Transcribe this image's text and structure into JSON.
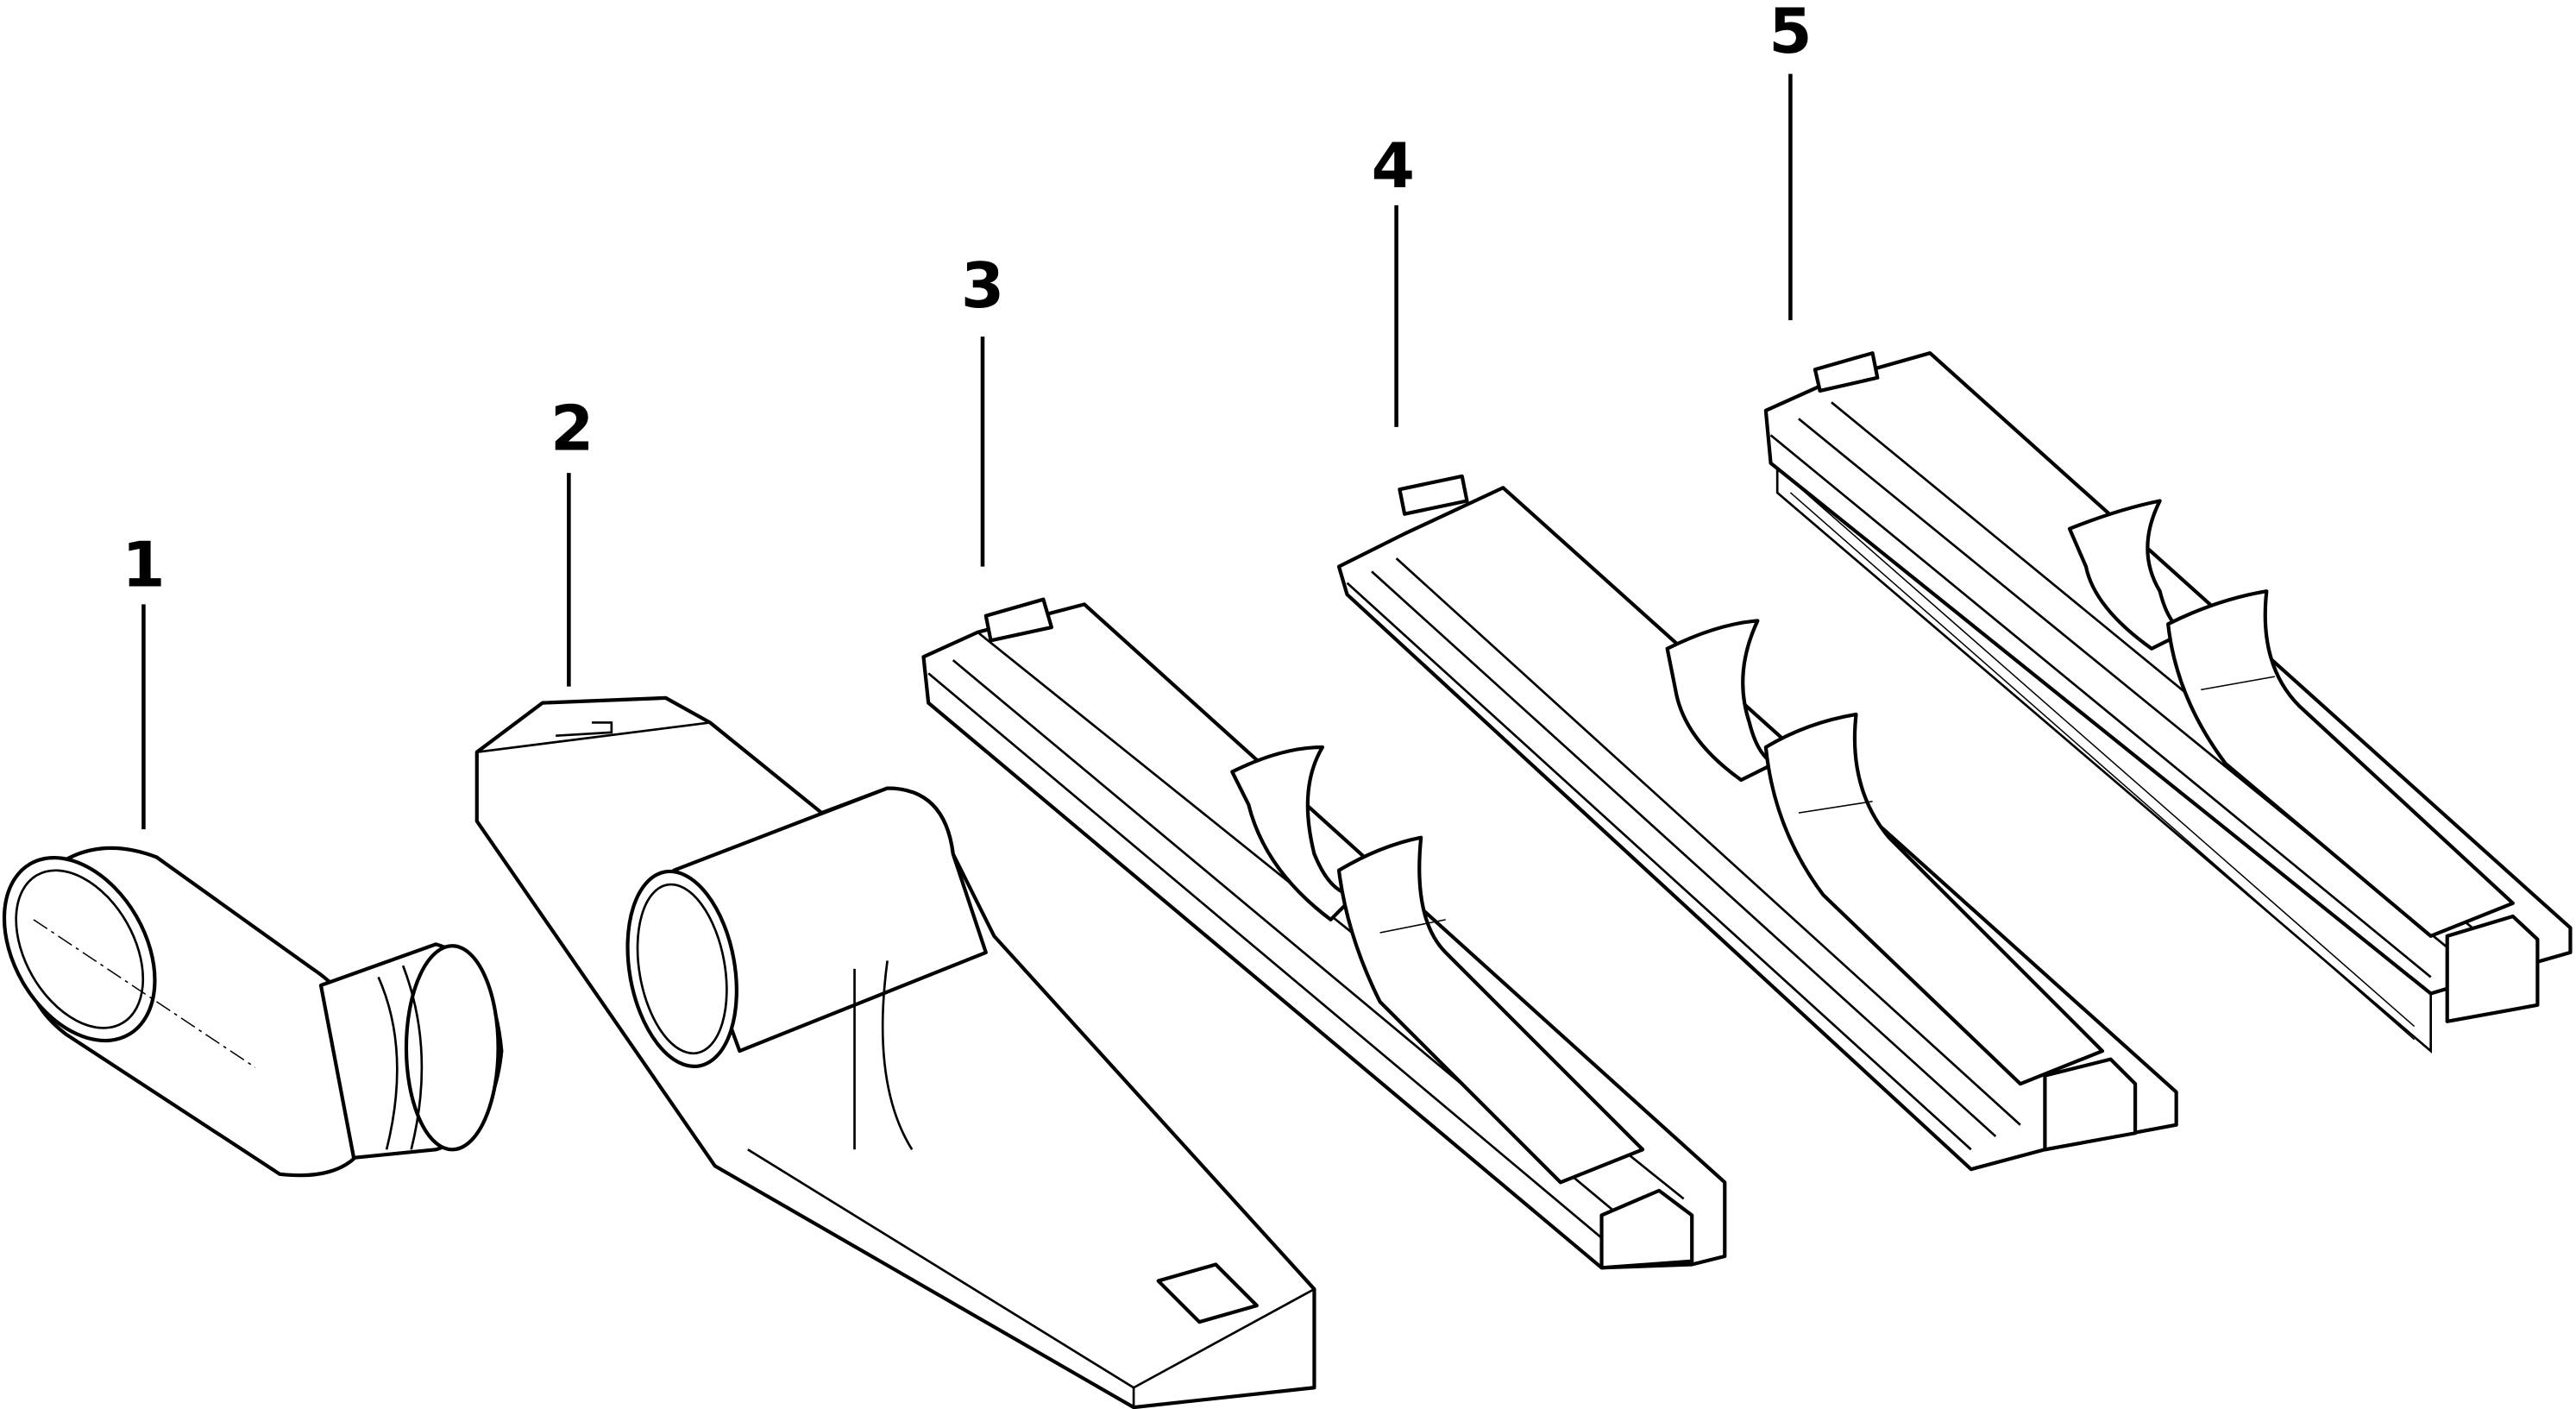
{
  "diagram": {
    "type": "exploded-parts-view",
    "callouts": [
      {
        "label": "1",
        "part": "elbow-adapter"
      },
      {
        "label": "2",
        "part": "floor-nozzle-body"
      },
      {
        "label": "3",
        "part": "nozzle-insert-plain"
      },
      {
        "label": "4",
        "part": "nozzle-insert-rubber-lip"
      },
      {
        "label": "5",
        "part": "nozzle-insert-brush"
      }
    ]
  }
}
